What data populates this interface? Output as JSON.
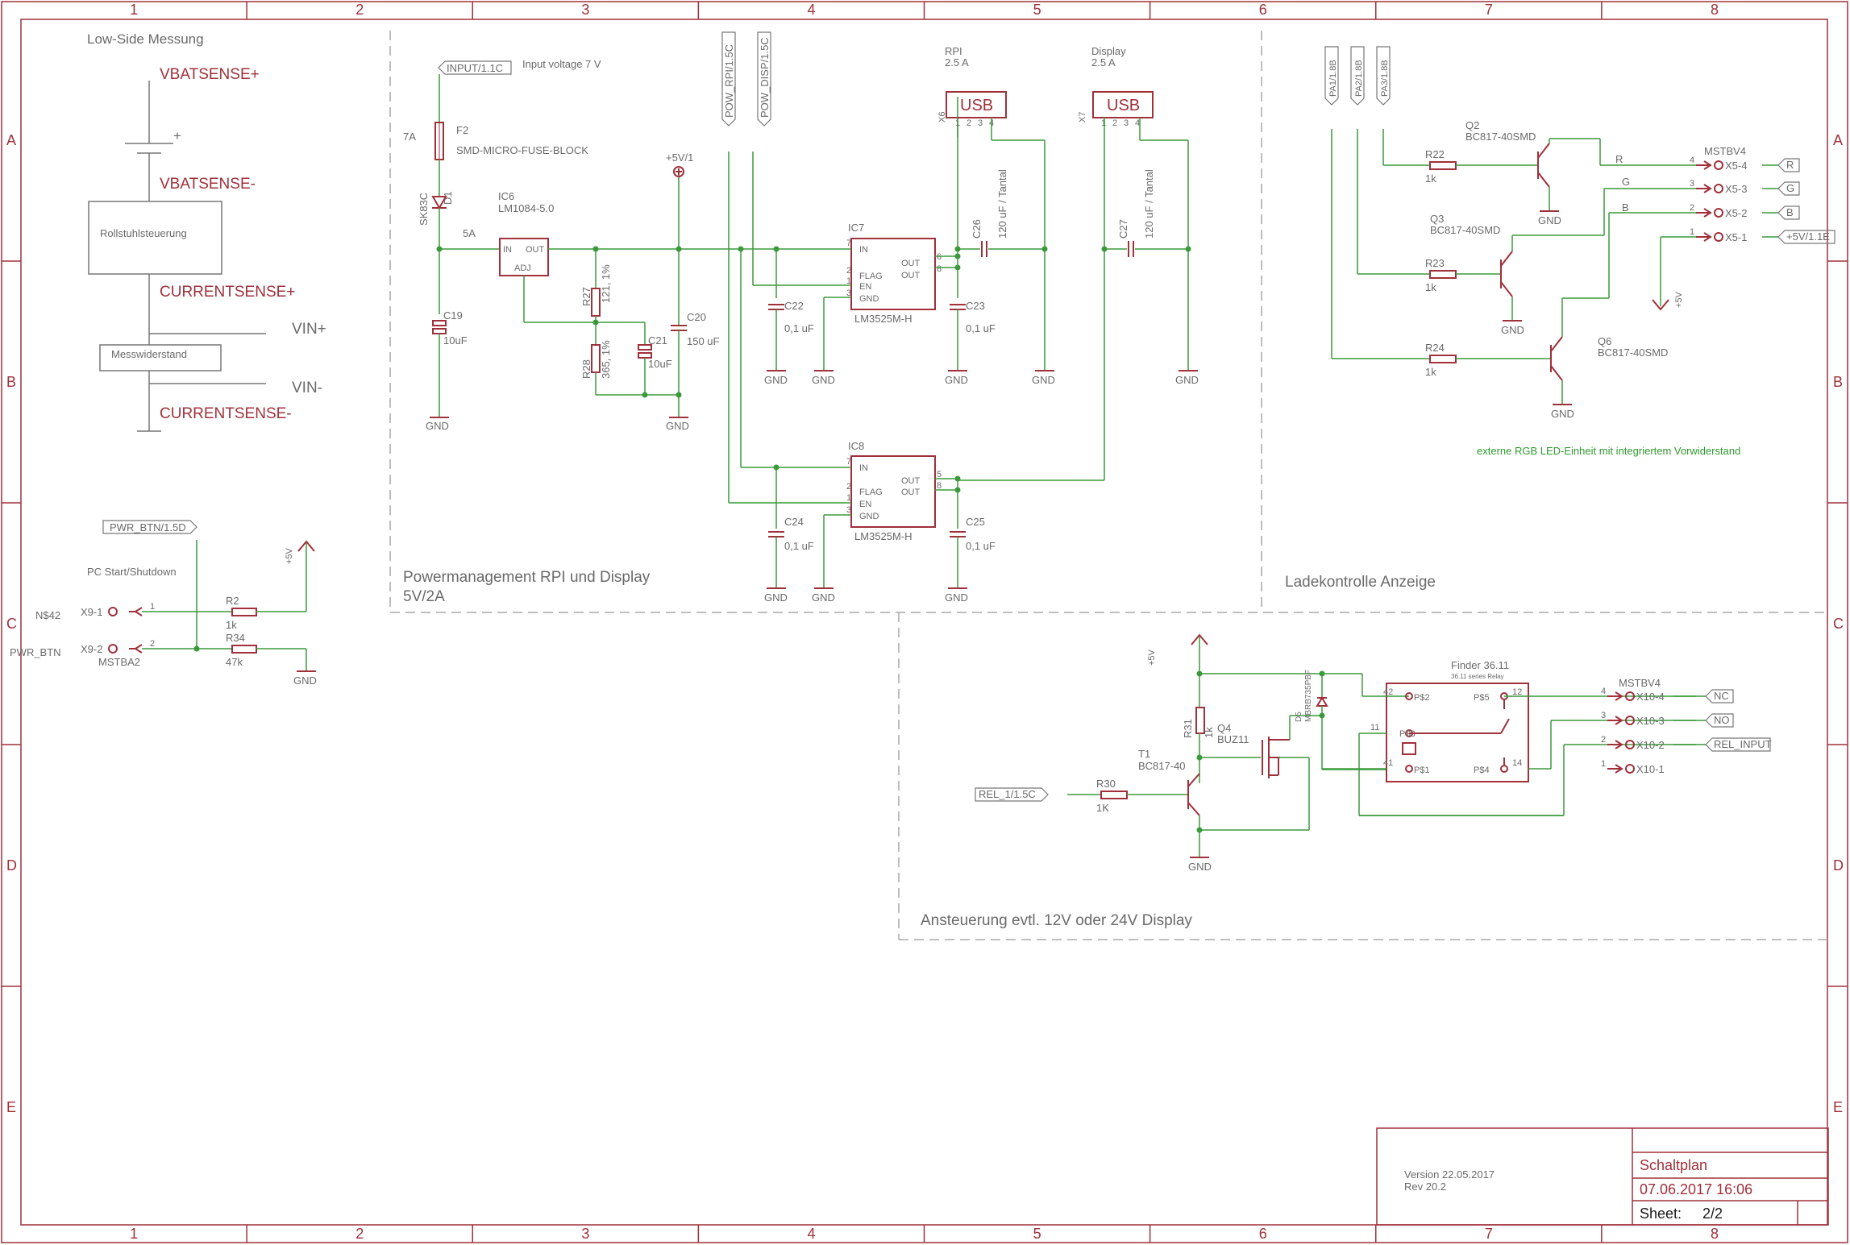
{
  "frame": {
    "columns": [
      "1",
      "2",
      "3",
      "4",
      "5",
      "6",
      "7",
      "8"
    ],
    "rows": [
      "A",
      "B",
      "C",
      "D",
      "E"
    ]
  },
  "colors": {
    "frame": "#a0303a",
    "wire": "#3a9a3a",
    "symbol": "#a0303a",
    "text_gray": "#6a6a6a",
    "label_red": "#a0303a",
    "net_green": "#2e9a2e",
    "dash": "#9a9a9a"
  },
  "sections": {
    "low_side": "Low-Side Messung",
    "power": "Powermanagement RPI und Display",
    "power_sub": "5V/2A",
    "ladekontrolle": "Ladekontrolle Anzeige",
    "ansteuerung": "Ansteuerung evtl. 12V oder 24V Display"
  },
  "low_side": {
    "vbat_plus": "VBATSENSE+",
    "plus": "+",
    "vbat_minus": "VBATSENSE-",
    "box1": "Rollstuhlsteuerung",
    "cur_plus": "CURRENTSENSE+",
    "vin_plus": "VIN+",
    "box2": "Messwiderstand",
    "vin_minus": "VIN-",
    "cur_minus": "CURRENTSENSE-"
  },
  "pwr_btn": {
    "port": "PWR_BTN/1.5D",
    "pc_label": "PC Start/Shutdown",
    "plus5v": "+5V",
    "n42": "N$42",
    "x91": "X9-1",
    "pin1": "1",
    "r2": "R2",
    "r2v": "1k",
    "pwr_btn": "PWR_BTN",
    "x92": "X9-2",
    "pin2": "2",
    "r34": "R34",
    "r34v": "47k",
    "mstba2": "MSTBA2",
    "gnd": "GND"
  },
  "power": {
    "input": "INPUT/1.1C",
    "input_voltage": "Input voltage 7 V",
    "f2": "F2",
    "f2_part": "SMD-MICRO-FUSE-BLOCK",
    "seven_a": "7A",
    "d1": "D1",
    "sk83c": "SK83C",
    "ic6": "IC6",
    "ic6_part": "LM1084-5.0",
    "five_a": "5A",
    "in": "IN",
    "out": "OUT",
    "adj": "ADJ",
    "c19": "C19",
    "c19v": "10uF",
    "r27": "R27",
    "r27v": "121, 1%",
    "r28": "R28",
    "r28v": "365, 1%",
    "c21": "C21",
    "c21v": "10uF",
    "c20": "C20",
    "c20v": "150 uF",
    "p5v1": "+5V/1",
    "pow_rpi": "POW_RPI/1.5C",
    "pow_disp": "POW_DISP/1.5C",
    "rpi": "RPI",
    "rpi_a": "2.5 A",
    "display": "Display",
    "display_a": "2.5 A",
    "usb": "USB",
    "x6": "X6",
    "x7": "X7",
    "pins": [
      "1",
      "2",
      "3",
      "4"
    ],
    "ic7": "IC7",
    "ic8": "IC8",
    "lm3525": "LM3525M-H",
    "flag": "FLAG",
    "en": "EN",
    "gnd": "GND",
    "c22": "C22",
    "c23": "C23",
    "c24": "C24",
    "c25": "C25",
    "cap01": "0,1 uF",
    "c26": "C26",
    "c27": "C27",
    "tantal": "120 uF / Tantal",
    "pin7": "7",
    "pin2": "2",
    "pin1": "1",
    "pin3": "3",
    "pin6": "6",
    "pin8": "8",
    "pin5": "5"
  },
  "lade": {
    "pa1": "PA1/1.8B",
    "pa2": "PA2/1.8B",
    "pa3": "PA3/1.8B",
    "q2": "Q2",
    "q3": "Q3",
    "q6": "Q6",
    "bc_smd": "BC817-40SMD",
    "r22": "R22",
    "r23": "R23",
    "r24": "R24",
    "r1k": "1k",
    "gnd": "GND",
    "mstbv4": "MSTBV4",
    "r": "R",
    "g": "G",
    "b": "B",
    "x54": "X5-4",
    "x53": "X5-3",
    "x52": "X5-2",
    "x51": "X5-1",
    "p4": "4",
    "p3": "3",
    "p2": "2",
    "p1": "1",
    "port_r": "R",
    "port_g": "G",
    "port_b": "B",
    "port_5v": "+5V/1.1E",
    "plus5v": "+5V",
    "note": "externe RGB LED-Einheit mit integriertem Vorwiderstand"
  },
  "anst": {
    "plus5v": "+5V",
    "finder": "Finder 36.11",
    "relay_sub": "36.11 series Relay",
    "d5": "D5",
    "d5_part": "MBRB735PBF",
    "r31": "R31",
    "r31v": "1k",
    "q4": "Q4",
    "q4_part": "BUZ11",
    "t1": "T1",
    "t1_part": "BC817-40",
    "r30": "R30",
    "r30v": "1K",
    "rel_port": "REL_1/1.5C",
    "gnd": "GND",
    "p42": "42",
    "p12": "12",
    "p11": "11",
    "p41": "41",
    "p14": "14",
    "ps2": "P$2",
    "ps5": "P$5",
    "ps3": "P$3",
    "ps1": "P$1",
    "ps4": "P$4",
    "mstbv4": "MSTBV4",
    "x104": "X10-4",
    "x103": "X10-3",
    "x102": "X10-2",
    "x101": "X10-1",
    "n4": "4",
    "n3": "3",
    "n2": "2",
    "n1": "1",
    "nc": "NC",
    "no": "NO",
    "rel_input": "REL_INPUT"
  },
  "titleblock": {
    "title": "Schaltplan",
    "datetime": "07.06.2017 16:06",
    "sheet_label": "Sheet:",
    "sheet_value": "2/2",
    "version": "Version 22.05.2017",
    "rev": "Rev 20.2"
  }
}
